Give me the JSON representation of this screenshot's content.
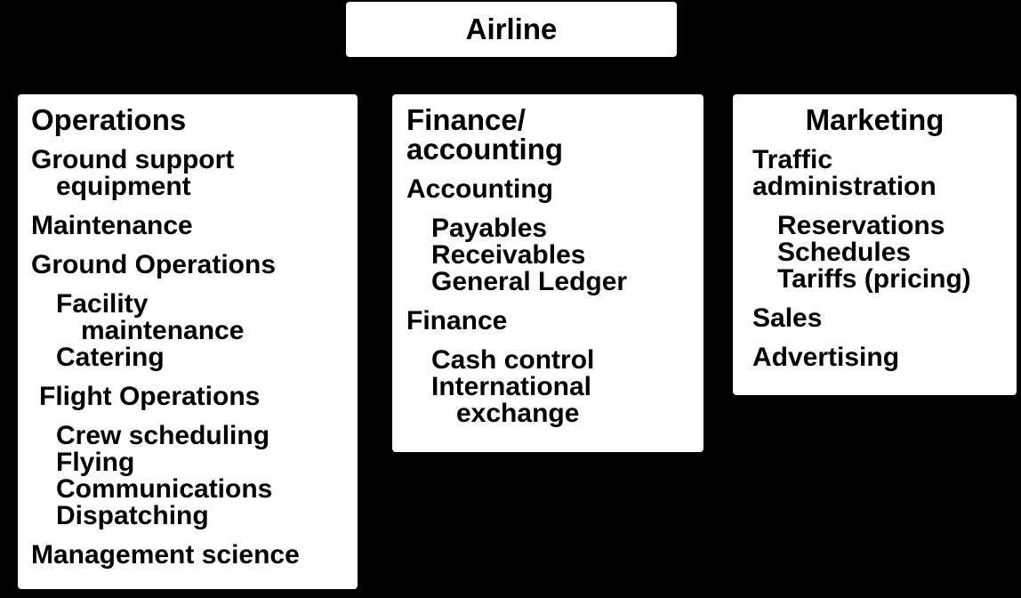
{
  "root": {
    "label": "Airline"
  },
  "departments": {
    "operations": {
      "title": "Operations",
      "ground_support_1": "Ground support",
      "ground_support_2": "equipment",
      "maintenance": "Maintenance",
      "ground_operations": "Ground Operations",
      "facility_1": "Facility",
      "facility_2": "maintenance",
      "catering": "Catering",
      "flight_operations": "Flight Operations",
      "crew_scheduling": "Crew scheduling",
      "flying": "Flying",
      "communications": "Communications",
      "dispatching": "Dispatching",
      "management_science": "Management science"
    },
    "finance": {
      "title_1": "Finance/",
      "title_2": "accounting",
      "accounting": "Accounting",
      "payables": "Payables",
      "receivables": "Receivables",
      "general_ledger": "General Ledger",
      "finance": "Finance",
      "cash_control": "Cash control",
      "international_1": "International",
      "international_2": "exchange"
    },
    "marketing": {
      "title": "Marketing",
      "traffic_1": "Traffic",
      "traffic_2": "administration",
      "reservations": "Reservations",
      "schedules": "Schedules",
      "tariffs": "Tariffs (pricing)",
      "sales": "Sales",
      "advertising": "Advertising"
    }
  },
  "colors": {
    "background": "#000000",
    "box": "#ffffff",
    "text": "#000000"
  }
}
